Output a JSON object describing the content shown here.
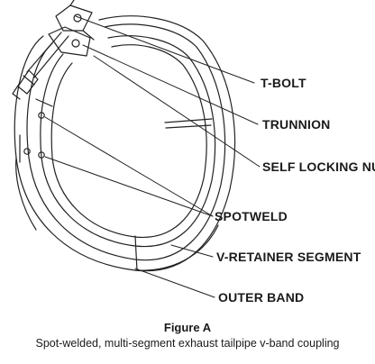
{
  "labels": {
    "t_bolt": "T-BOLT",
    "trunnion": "TRUNNION",
    "self_locking_nut": "SELF LOCKING NUT",
    "spotweld": "SPOTWELD",
    "v_retainer_segment": "V-RETAINER SEGMENT",
    "outer_band": "OUTER BAND"
  },
  "caption": {
    "title": "Figure A",
    "text": "Spot-welded, multi-segment exhaust tailpipe v-band coupling"
  },
  "colors": {
    "line": "#222222",
    "text": "#1a1a1a",
    "background": "#ffffff"
  }
}
